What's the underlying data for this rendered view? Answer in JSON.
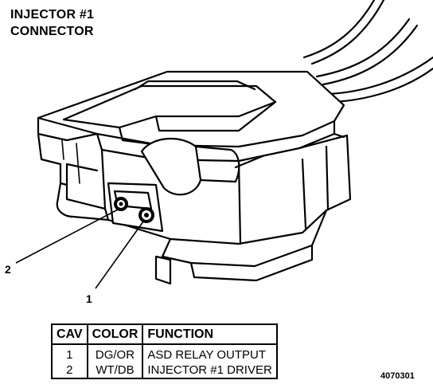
{
  "title": {
    "line1": "INJECTOR #1",
    "line2": "CONNECTOR"
  },
  "callouts": {
    "one": "1",
    "two": "2"
  },
  "table": {
    "headers": {
      "cav": "CAV",
      "color": "COLOR",
      "function": "FUNCTION"
    },
    "rows": [
      {
        "cav": "1",
        "color": "DG/OR",
        "function": "ASD RELAY OUTPUT"
      },
      {
        "cav": "2",
        "color": "WT/DB",
        "function": "INJECTOR #1 DRIVER"
      }
    ]
  },
  "figure_id": "4070301"
}
